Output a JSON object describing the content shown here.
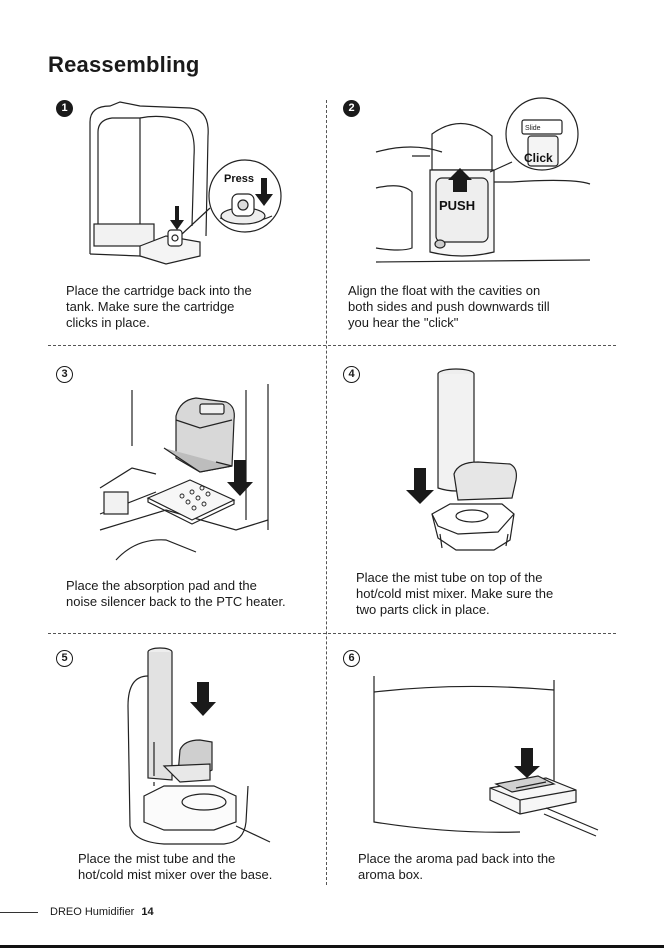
{
  "page": {
    "title": "Reassembling",
    "footer_brand": "DREO Humidifier",
    "footer_page": "14"
  },
  "steps": [
    {
      "number": "1",
      "caption": "Place the cartridge back into the\ntank. Make sure the cartridge\nclicks in place.",
      "callout": "Press"
    },
    {
      "number": "2",
      "caption": "Align the float with the cavities on\nboth sides and push downwards till\nyou hear the \"click\"",
      "callout": "PUSH",
      "callout2": "Click"
    },
    {
      "number": "3",
      "caption": "Place the absorption pad and the\nnoise silencer back to the PTC heater."
    },
    {
      "number": "4",
      "caption": "Place the mist tube on top of the\nhot/cold mist mixer. Make sure the\ntwo parts click in place."
    },
    {
      "number": "5",
      "caption": "Place the mist tube and the\nhot/cold mist mixer over the base."
    },
    {
      "number": "6",
      "caption": "Place the aroma pad back into the\naroma box."
    }
  ]
}
